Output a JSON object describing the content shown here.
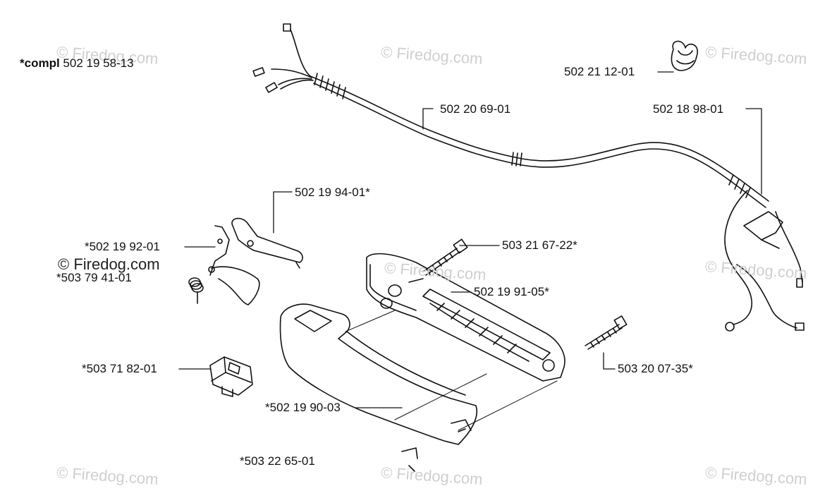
{
  "watermark": "© Firedog.com",
  "compl": {
    "prefix": "*compl",
    "number": "502 19 58-13"
  },
  "parts": {
    "harness": "502 20 69-01",
    "clip": "502 21 12-01",
    "connector": "502 18 98-01",
    "throttle_lever": "502 19 94-01*",
    "lockout": "*502 19 92-01",
    "spring": "*503 79 41-01",
    "screw_top": "503 21 67-22*",
    "handle_right": "502 19 91-05*",
    "switch": "*503 71 82-01",
    "screw_long": "503 20 07-35*",
    "handle_left": "*502 19 90-03",
    "bottom": "*503 22 65-01"
  }
}
